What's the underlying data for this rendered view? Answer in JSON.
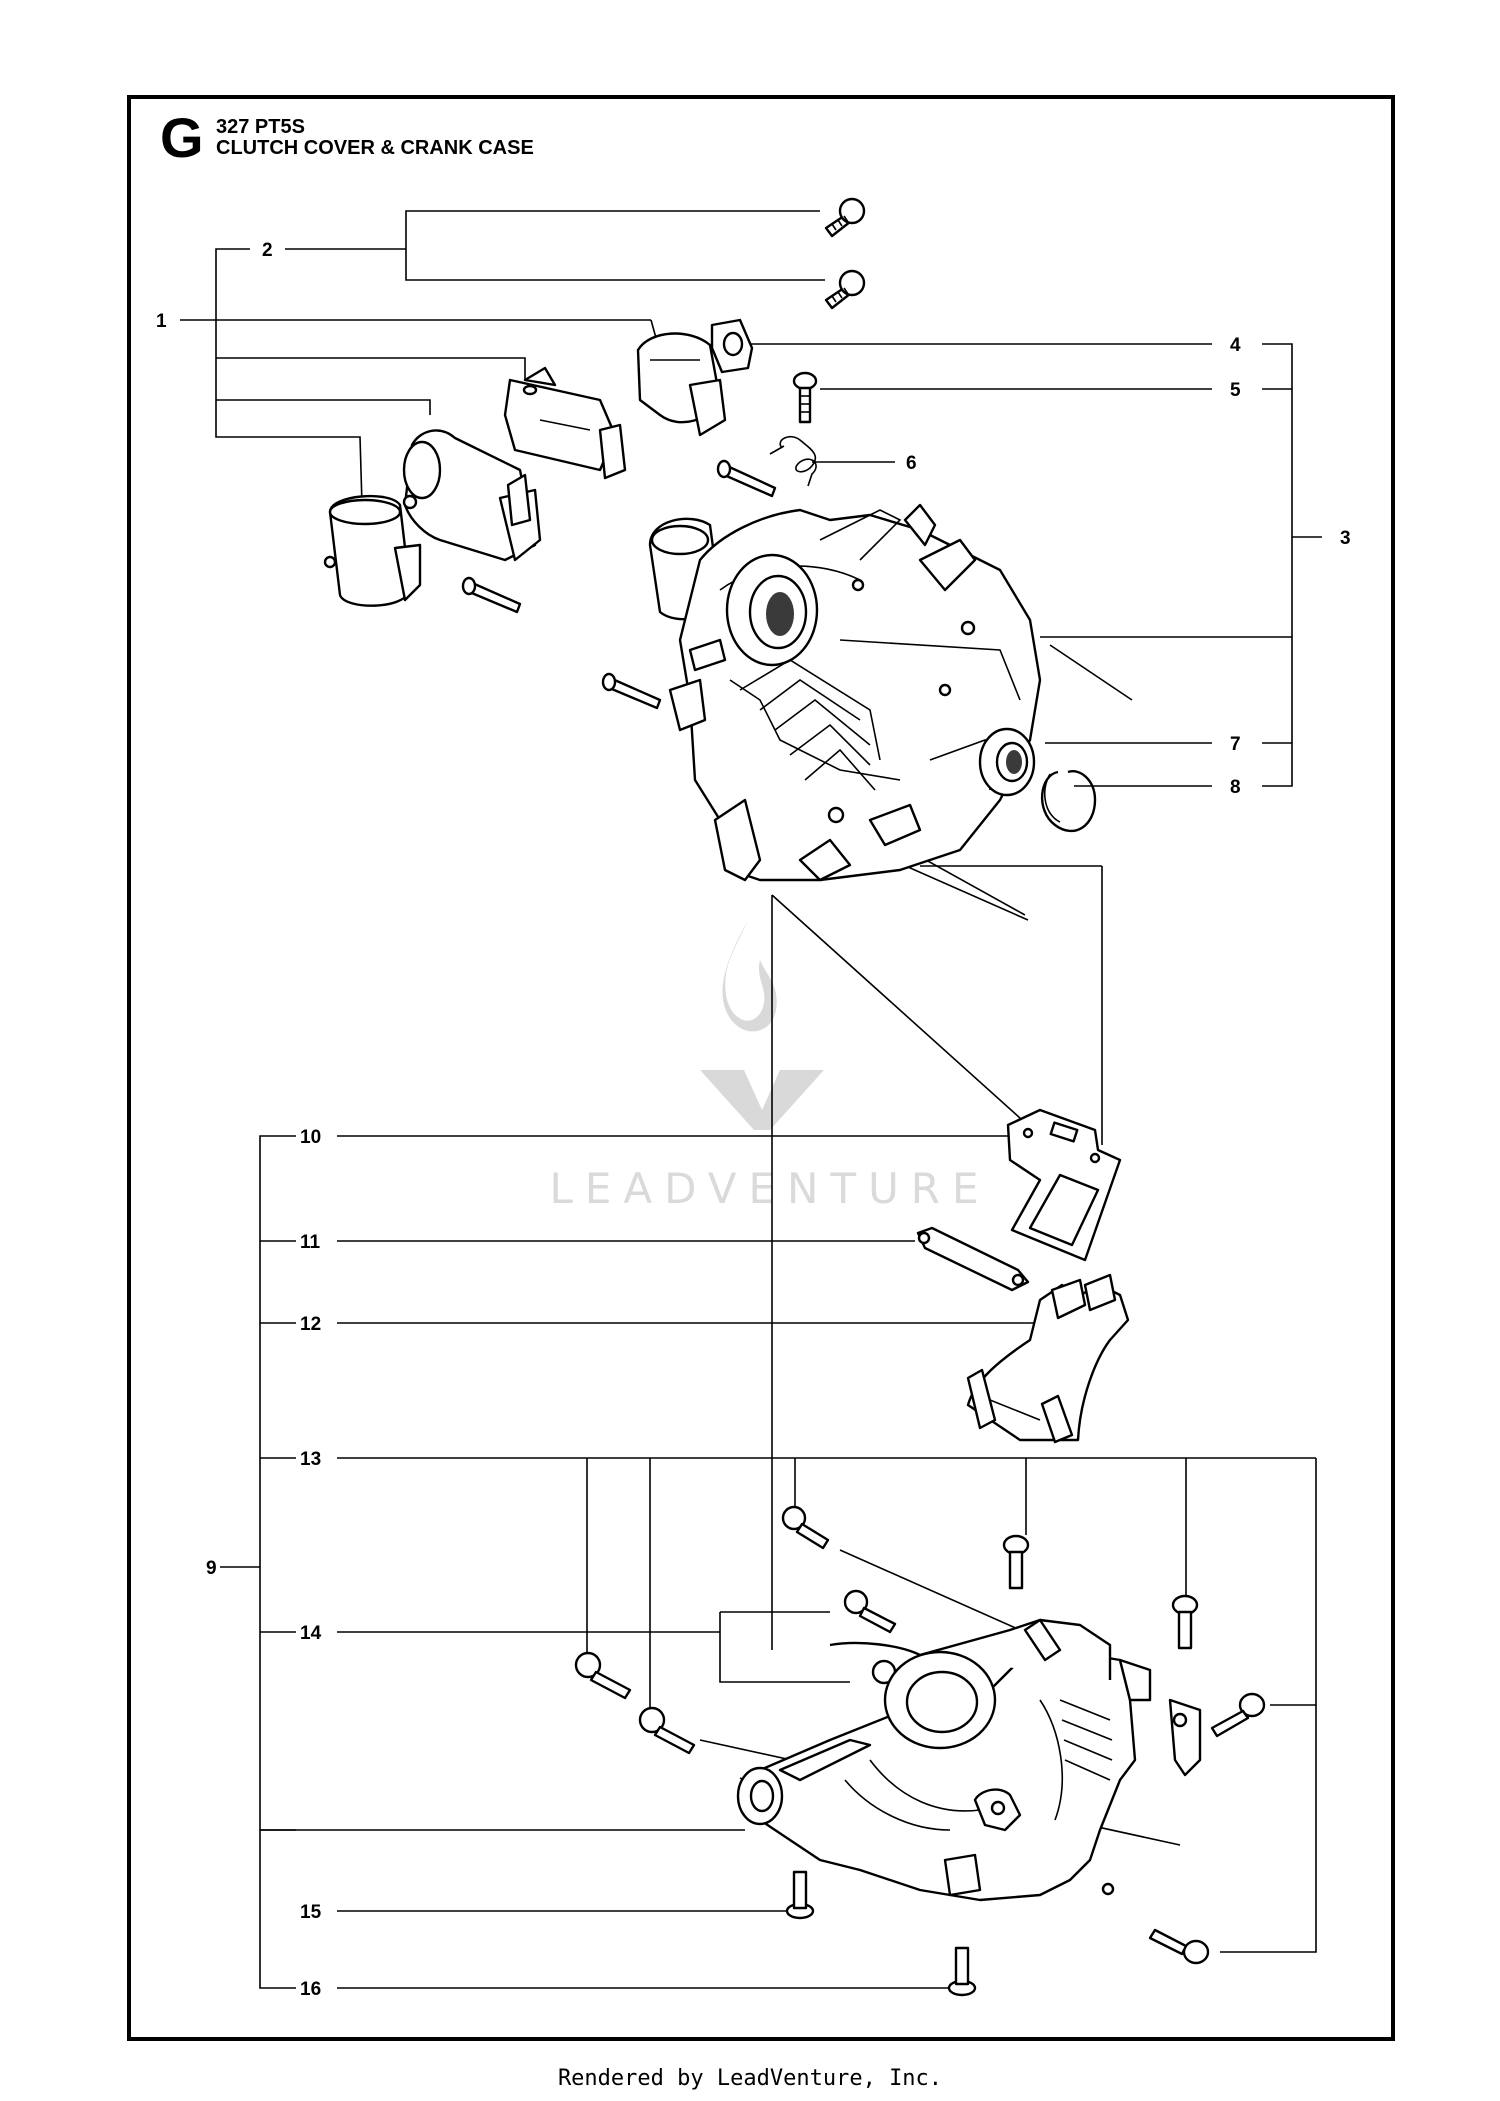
{
  "header": {
    "section_letter": "G",
    "model": "327 PT5S",
    "title": "CLUTCH COVER & CRANK CASE"
  },
  "callouts": [
    "1",
    "2",
    "3",
    "4",
    "5",
    "6",
    "7",
    "8",
    "9",
    "10",
    "11",
    "12",
    "13",
    "14",
    "15",
    "16"
  ],
  "watermark": {
    "text": "LEADVENTURE"
  },
  "footer": {
    "text": "Rendered by LeadVenture, Inc."
  }
}
